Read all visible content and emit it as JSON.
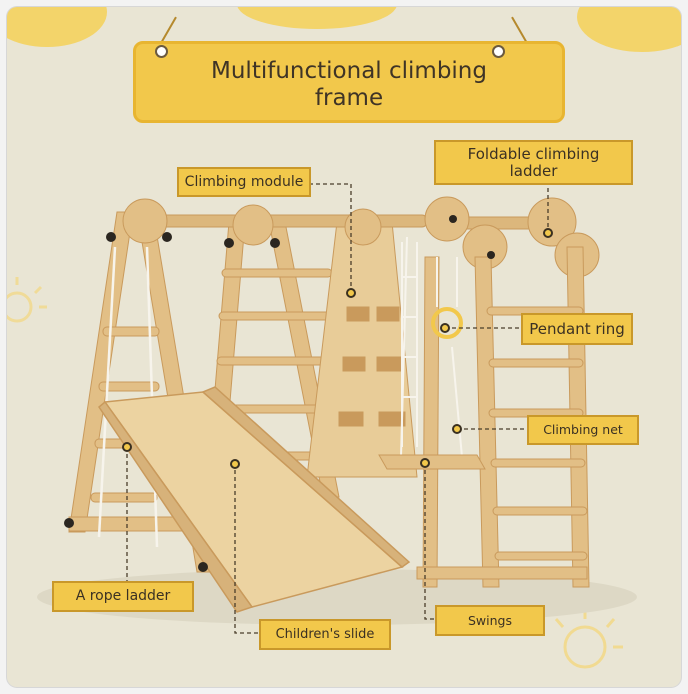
{
  "title_lines": [
    "Multifunctional climbing",
    "frame"
  ],
  "labels": {
    "climbing_module": "Climbing module",
    "foldable_ladder": [
      "Foldable climbing",
      "ladder"
    ],
    "pendant_ring": "Pendant ring",
    "climbing_net": "Climbing net",
    "rope_ladder": "A rope ladder",
    "childrens_slide": "Children's slide",
    "swings": "Swings"
  },
  "colors": {
    "background": "#e9e5d4",
    "label_fill": "#f2c84b",
    "label_border": "#c9982a",
    "wood": "#e2bf86",
    "wood_dark": "#c99a5c"
  }
}
